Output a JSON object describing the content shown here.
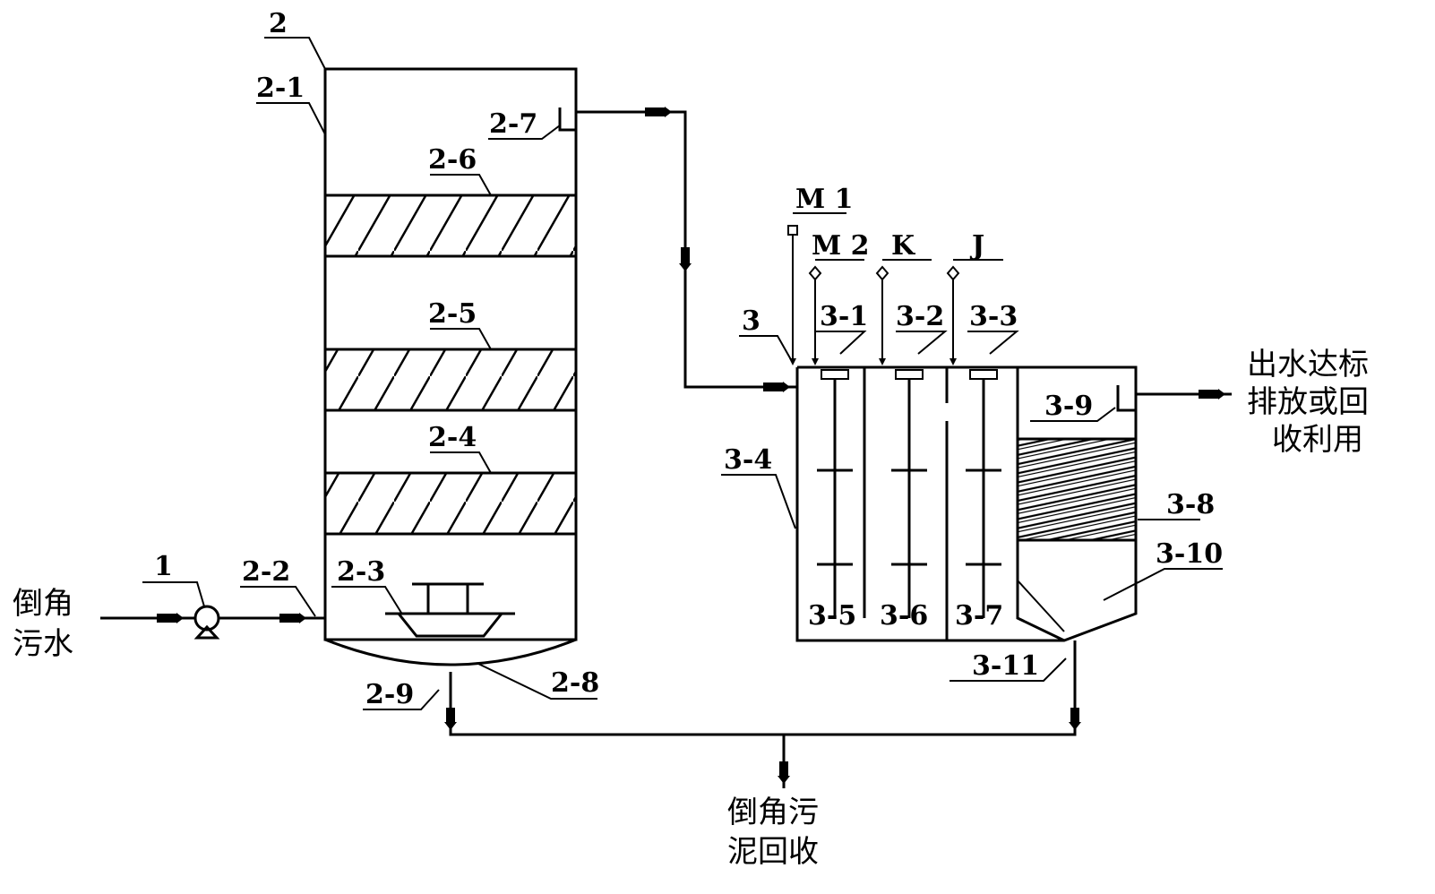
{
  "labels": {
    "l1": "1",
    "l2": "2",
    "l2_1": "2-1",
    "l2_2": "2-2",
    "l2_3": "2-3",
    "l2_4": "2-4",
    "l2_5": "2-5",
    "l2_6": "2-6",
    "l2_7": "2-7",
    "l2_8": "2-8",
    "l2_9": "2-9",
    "l3": "3",
    "l3_1": "3-1",
    "l3_2": "3-2",
    "l3_3": "3-3",
    "l3_4": "3-4",
    "l3_5": "3-5",
    "l3_6": "3-6",
    "l3_7": "3-7",
    "l3_8": "3-8",
    "l3_9": "3-9",
    "l3_10": "3-10",
    "l3_11": "3-11",
    "m1": "M 1",
    "m2": "M 2",
    "k": "K",
    "j": "J"
  },
  "text": {
    "inlet_line1": "倒角",
    "inlet_line2": "污水",
    "outlet_line1": "出水达标",
    "outlet_line2": "排放或回",
    "outlet_line3": "收利用",
    "sludge_line1": "倒角污",
    "sludge_line2": "泥回收"
  }
}
